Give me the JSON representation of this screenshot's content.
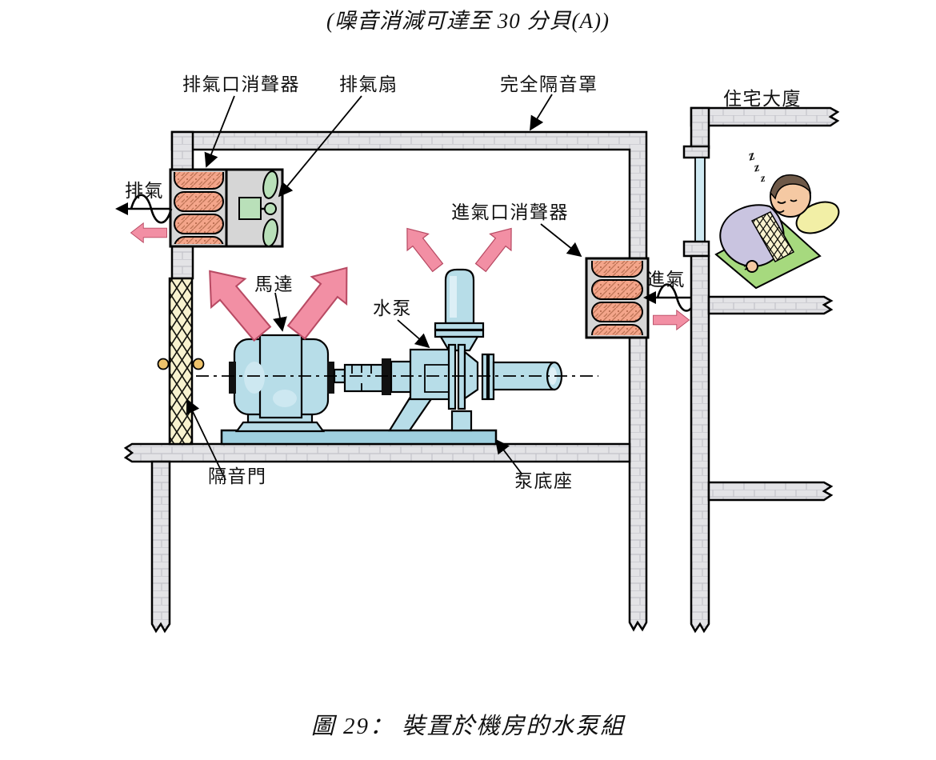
{
  "title": "(噪音消減可達至 30 分貝(A))",
  "caption": "圖 29：  裝置於機房的水泵組",
  "labels": {
    "exhaust_silencer": "排氣口消聲器",
    "exhaust_fan": "排氣扇",
    "full_acoustic_enclosure": "完全隔音罩",
    "residential_building": "住宅大廈",
    "exhaust_air": "排氣",
    "intake_silencer": "進氣口消聲器",
    "intake_air": "進氣",
    "motor": "馬達",
    "water_pump": "水泵",
    "acoustic_door": "隔音門",
    "pump_base": "泵底座"
  },
  "snore": [
    "z",
    "z",
    "z"
  ],
  "colors": {
    "fan_green": "#B9E0B9",
    "machine_blue": "#B7DDE8",
    "base_blue": "#9FD0DF",
    "arrow_pink": "#F28FA4",
    "arrow_edge": "#B84A63",
    "glass_blue": "#CFE9F2",
    "skin": "#F5C9A3",
    "baffle_salmon": "#F4A58A",
    "door_cream": "#F8F2CF",
    "wall_gray": "#E3E3E6",
    "blanket_green": "#A6D97E",
    "pillow_yellow": "#F2EFA6",
    "hair_brown": "#6E5948",
    "shirt_purple": "#C9C4E0"
  }
}
